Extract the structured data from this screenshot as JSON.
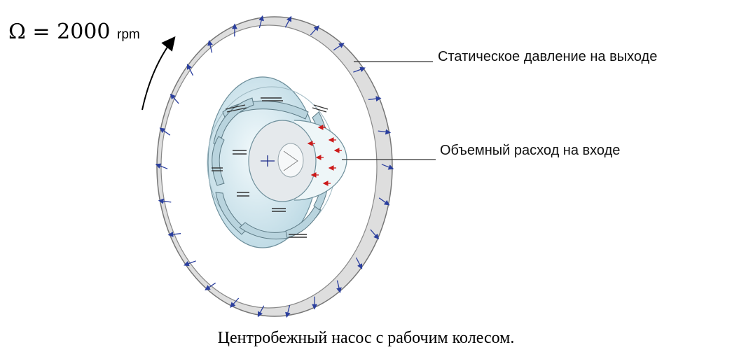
{
  "rotation": {
    "symbol": "Ω",
    "equals": "=",
    "value": "2000",
    "unit": "rpm"
  },
  "labels": {
    "outlet_pressure": "Статическое давление на выходе",
    "inlet_flow": "Объемный расход на входе"
  },
  "caption": "Центробежный насос с рабочим колесом.",
  "colors": {
    "outlet_arrows": "#2b3f9e",
    "inlet_arrows": "#cc1a1a",
    "impeller_fill": "#cfe6ee",
    "ring_fill": "#e6e6e6"
  }
}
